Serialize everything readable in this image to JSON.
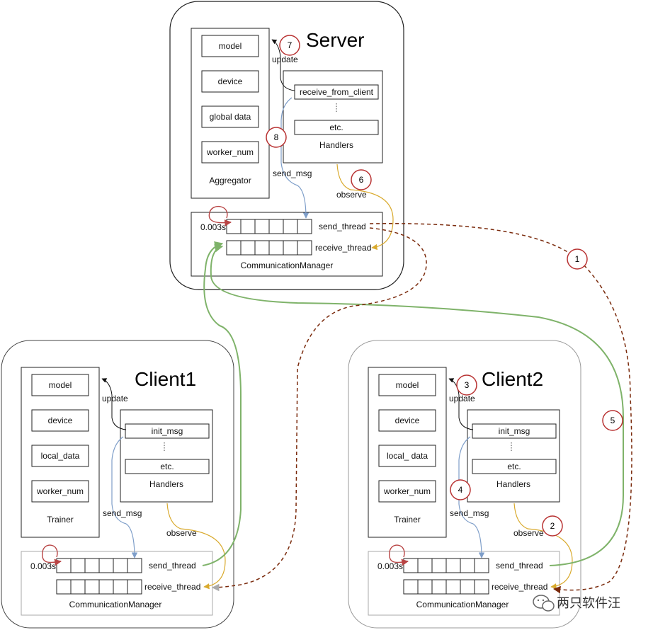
{
  "server": {
    "title": "Server",
    "aggregator": {
      "label": "Aggregator",
      "items": [
        "model",
        "device",
        "global data",
        "worker_num"
      ]
    },
    "handlers": {
      "label": "Handlers",
      "items": [
        "receive_from_client",
        "etc."
      ]
    },
    "update_label": "update",
    "send_msg_label": "send_msg",
    "observe_label": "observe",
    "comm": {
      "label": "CommunicationManager",
      "interval": "0.003s",
      "send_thread": "send_thread",
      "receive_thread": "receive_thread"
    }
  },
  "client1": {
    "title": "Client1",
    "trainer": {
      "label": "Trainer",
      "items": [
        "model",
        "device",
        "local_data",
        "worker_num"
      ]
    },
    "handlers": {
      "label": "Handlers",
      "items": [
        "init_msg",
        "etc."
      ]
    },
    "update_label": "update",
    "send_msg_label": "send_msg",
    "observe_label": "observe",
    "comm": {
      "label": "CommunicationManager",
      "interval": "0.003s",
      "send_thread": "send_thread",
      "receive_thread": "receive_thread"
    }
  },
  "client2": {
    "title": "Client2",
    "trainer": {
      "label": "Trainer",
      "items": [
        "model",
        "device",
        "local_ data",
        "worker_num"
      ]
    },
    "handlers": {
      "label": "Handlers",
      "items": [
        "init_msg",
        "etc."
      ]
    },
    "update_label": "update",
    "send_msg_label": "send_msg",
    "observe_label": "observe",
    "comm": {
      "label": "CommunicationManager",
      "interval": "0.003s",
      "send_thread": "send_thread",
      "receive_thread": "receive_thread"
    }
  },
  "steps": [
    "1",
    "2",
    "3",
    "4",
    "5",
    "6",
    "7",
    "8"
  ],
  "watermark": "两只软件汪",
  "colors": {
    "step_circle": "#b83232",
    "green_arrow": "#7fb36a",
    "dashed_arrow": "#7a2a0c",
    "blue_arrow": "#7e9ec9",
    "yellow_arrow": "#d9aa2e",
    "loop_arrow": "#b84444"
  }
}
